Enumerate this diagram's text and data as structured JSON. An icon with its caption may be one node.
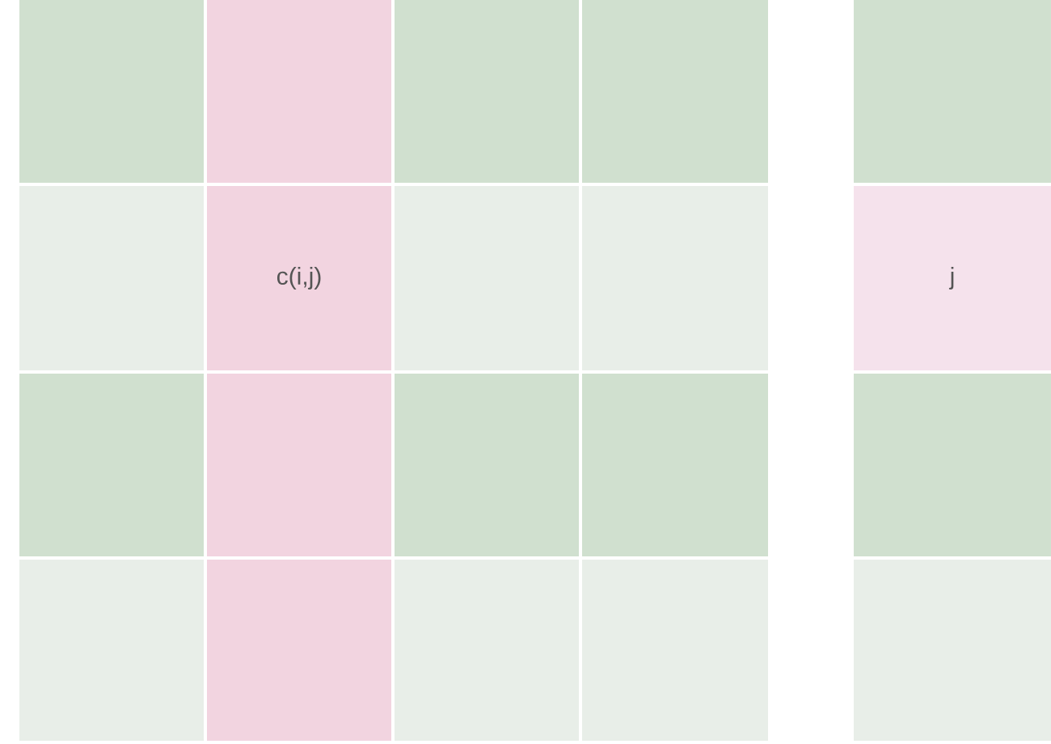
{
  "diagram": {
    "nodes": [
      {
        "text": [],
        "shape": "box"
      },
      {
        "text": [],
        "shape": "box"
      },
      {
        "text": [],
        "shape": "box"
      },
      {
        "text": [],
        "shape": "box"
      },
      {
        "text": [],
        "shape": "box"
      },
      {
        "text": [
          "c(i,j)"
        ]
      },
      {
        "text": [],
        "shape": "box"
      },
      {
        "text": [],
        "shape": "box"
      },
      {
        "text": [],
        "shape": "box"
      },
      {
        "text": [],
        "shape": "box"
      },
      {
        "text": [],
        "shape": "box"
      },
      {
        "text": [],
        "shape": "box"
      },
      {
        "text": [],
        "shape": "box"
      },
      {
        "text": [],
        "shape": "box"
      },
      {
        "text": [],
        "shape": "box"
      },
      {
        "text": [],
        "shape": "box"
      },
      {
        "text": [],
        "shape": "box"
      },
      {
        "text": [
          "j"
        ]
      },
      {
        "text": [],
        "shape": "box"
      },
      {
        "text": [],
        "shape": "box"
      }
    ]
  }
}
